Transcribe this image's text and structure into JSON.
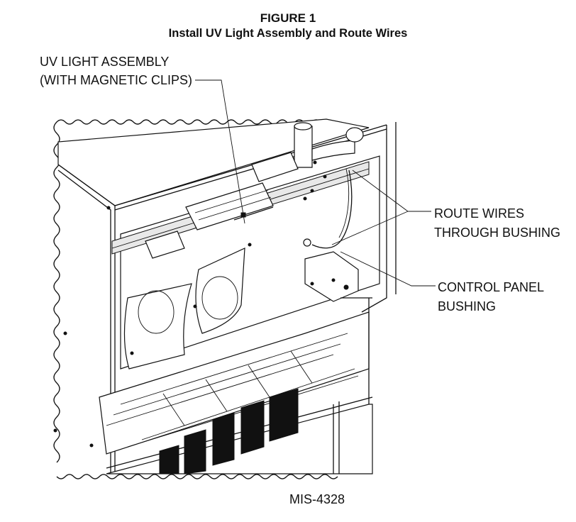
{
  "figure": {
    "title": "FIGURE 1",
    "subtitle": "Install UV Light Assembly and Route Wires"
  },
  "callouts": {
    "uv_light_assembly": [
      "UV LIGHT ASSEMBLY",
      "(WITH MAGNETIC CLIPS)"
    ],
    "route_wires": [
      "ROUTE WIRES",
      "THROUGH BUSHING"
    ],
    "control_panel_bushing": [
      "CONTROL PANEL",
      "BUSHING"
    ]
  },
  "drawing_number": "MIS-4328"
}
